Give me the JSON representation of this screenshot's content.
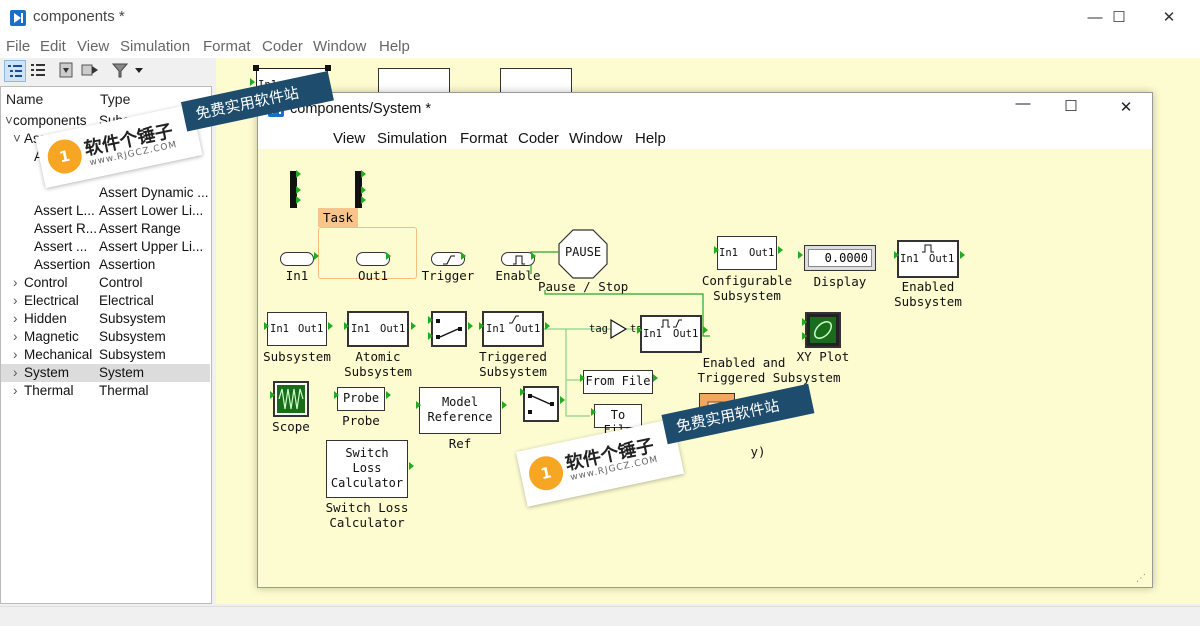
{
  "window": {
    "title": "components *",
    "controls": {
      "minimize": "—",
      "maximize": "☐",
      "close": "✕"
    }
  },
  "menubar": [
    "File",
    "Edit",
    "View",
    "Simulation",
    "Format",
    "Coder",
    "Window",
    "Help"
  ],
  "sidebar": {
    "toolbar_icons": [
      "tree-view-icon",
      "list-view-icon",
      "import-icon",
      "export-icon",
      "filter-icon",
      "chevron-down-icon"
    ],
    "columns": {
      "name": "Name",
      "type": "Type"
    },
    "rows": [
      {
        "name": "components",
        "type": "Subsystem",
        "toggle": "˅"
      },
      {
        "name": "Assertions",
        "type": "Subsystem",
        "toggle": "˅"
      },
      {
        "name": "Assert ...",
        "type": "A",
        "toggle": ""
      },
      {
        "name": "",
        "type": "",
        "toggle": ""
      },
      {
        "name": "",
        "type": "Assert Dynamic ...",
        "toggle": ""
      },
      {
        "name": "Assert L...",
        "type": "Assert Lower Li...",
        "toggle": ""
      },
      {
        "name": "Assert R...",
        "type": "Assert Range",
        "toggle": ""
      },
      {
        "name": "Assert ...",
        "type": "Assert Upper Li...",
        "toggle": ""
      },
      {
        "name": "Assertion",
        "type": "Assertion",
        "toggle": ""
      },
      {
        "name": "Control",
        "type": "Control",
        "toggle": "›"
      },
      {
        "name": "Electrical",
        "type": "Electrical",
        "toggle": "›"
      },
      {
        "name": "Hidden",
        "type": "Subsystem",
        "toggle": "›"
      },
      {
        "name": "Magnetic",
        "type": "Subsystem",
        "toggle": "›"
      },
      {
        "name": "Mechanical",
        "type": "Subsystem",
        "toggle": "›"
      },
      {
        "name": "System",
        "type": "System",
        "toggle": "›",
        "selected": true
      },
      {
        "name": "Thermal",
        "type": "Thermal",
        "toggle": "›"
      }
    ]
  },
  "subwindow": {
    "title": "components/System *",
    "menubar": [
      "View",
      "Simulation",
      "Format",
      "Coder",
      "Window",
      "Help"
    ]
  },
  "background_canvas": {
    "in_label": "In1"
  },
  "blocks": {
    "task": {
      "header": "Task",
      "in_label": "In1",
      "out_label": "Out1"
    },
    "trigger": "Trigger",
    "enable": "Enable",
    "pause": {
      "text": "PAUSE",
      "label": "Pause / Stop"
    },
    "configurable": {
      "in": "In1",
      "out": "Out1",
      "label1": "Configurable",
      "label2": "Subsystem"
    },
    "display": {
      "value": "0.0000",
      "label": "Display"
    },
    "enabled_subsystem": {
      "in": "In1",
      "out": "Out1",
      "label1": "Enabled",
      "label2": "Subsystem"
    },
    "subsystem": {
      "in": "In1",
      "out": "Out1",
      "label": "Subsystem"
    },
    "atomic": {
      "in": "In1",
      "out": "Out1",
      "label1": "Atomic",
      "label2": "Subsystem"
    },
    "triggered": {
      "in": "In1",
      "out": "Out1",
      "label1": "Triggered",
      "label2": "Subsystem"
    },
    "tag_a": "tag",
    "tag_b": "tag",
    "enabled_triggered": {
      "in": "In1",
      "out": "Out1",
      "label1": "Enabled and",
      "label2": "Triggered Subsystem"
    },
    "xy_plot": "XY Plot",
    "from_file": "From File",
    "to_file": "To File",
    "scope": "Scope",
    "probe": {
      "inner": "Probe",
      "label": "Probe"
    },
    "model_ref": {
      "line1": "Model",
      "line2": "Reference",
      "label": "Ref"
    },
    "switch_loss": {
      "line1": "Switch",
      "line2": "Loss",
      "line3": "Calculator",
      "label1": "Switch Loss",
      "label2": "Calculator"
    },
    "partial_label_a": "T",
    "partial_label_b": "y)"
  },
  "watermarks": [
    {
      "name": "软件个锤子",
      "url": "www.RJGCZ.COM",
      "slogan": "免费实用软件站",
      "logo": "1"
    },
    {
      "name": "软件个锤子",
      "url": "www.RJGCZ.COM",
      "slogan": "免费实用软件站",
      "logo": "1"
    }
  ],
  "colors": {
    "canvas": "#fdfcd0",
    "signal_line": "#2aa52a",
    "app_icon": "#1a6fc9",
    "watermark_band": "#1d4c6c",
    "task_header": "#f7c48c",
    "selection": "#dcdcdc"
  }
}
